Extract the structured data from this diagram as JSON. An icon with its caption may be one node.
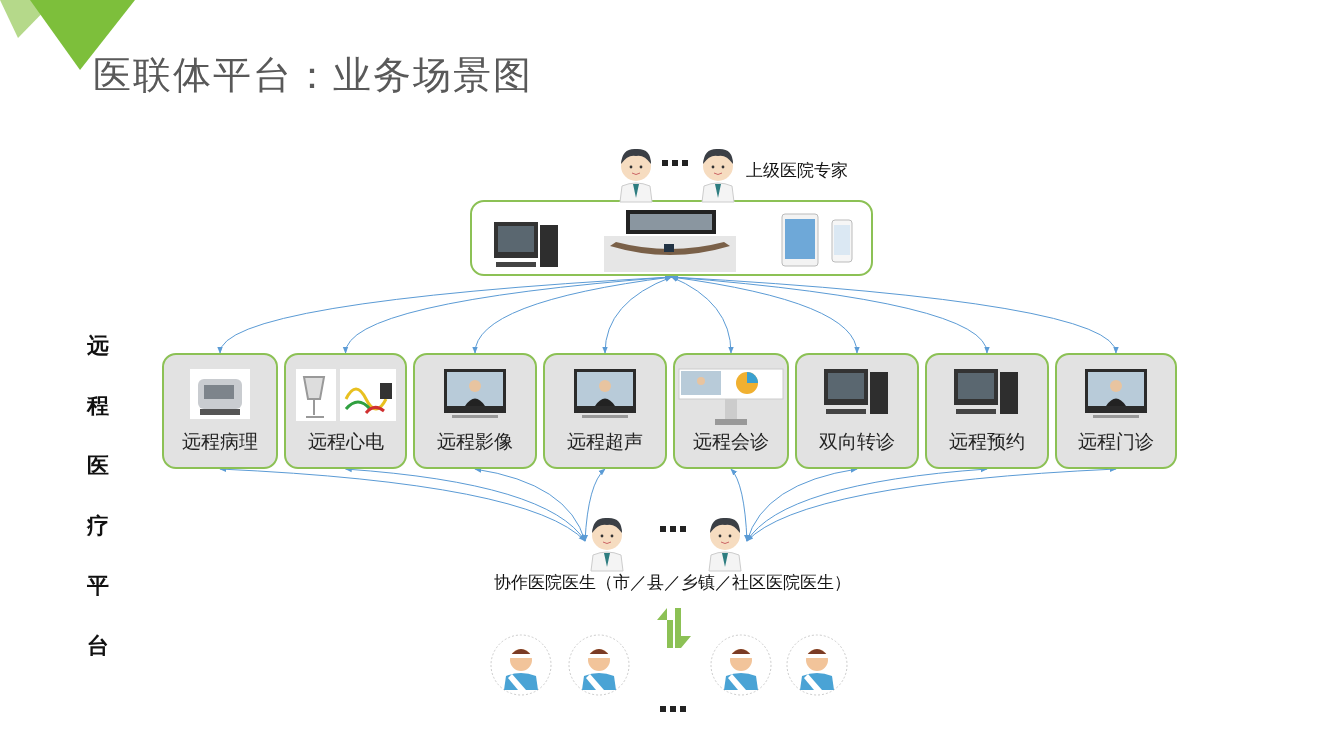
{
  "diagram": {
    "title": "医联体平台：业务场景图",
    "nodes": [
      {
        "text": [],
        "shape": "box"
      },
      {
        "text": [
          "远程病理"
        ]
      },
      {
        "text": [
          "远程心电"
        ]
      },
      {
        "text": [
          "远程影像"
        ]
      },
      {
        "text": [
          "远程超声"
        ]
      },
      {
        "text": [
          "远程会诊"
        ]
      },
      {
        "text": [
          "双向转诊"
        ]
      },
      {
        "text": [
          "远程预约"
        ]
      },
      {
        "text": [
          "远程门诊"
        ]
      },
      {
        "text": [],
        "shape": "person"
      },
      {
        "text": [],
        "shape": "person"
      }
    ],
    "edges": [
      {
        "from": 0,
        "to": 1,
        "arrow": "both"
      },
      {
        "from": 0,
        "to": 2,
        "arrow": "both"
      },
      {
        "from": 0,
        "to": 3,
        "arrow": "both"
      },
      {
        "from": 0,
        "to": 4,
        "arrow": "both"
      },
      {
        "from": 0,
        "to": 5,
        "arrow": "both"
      },
      {
        "from": 0,
        "to": 6,
        "arrow": "both"
      },
      {
        "from": 0,
        "to": 7,
        "arrow": "both"
      },
      {
        "from": 0,
        "to": 8,
        "arrow": "both"
      },
      {
        "from": 1,
        "to": 9,
        "arrow": "both"
      },
      {
        "from": 2,
        "to": 9,
        "arrow": "both"
      },
      {
        "from": 3,
        "to": 9,
        "arrow": "both"
      },
      {
        "from": 4,
        "to": 9,
        "arrow": "both"
      },
      {
        "from": 5,
        "to": 10,
        "arrow": "both"
      },
      {
        "from": 6,
        "to": 10,
        "arrow": "both"
      },
      {
        "from": 7,
        "to": 10,
        "arrow": "both"
      },
      {
        "from": 8,
        "to": 10,
        "arrow": "both"
      }
    ],
    "labels": [
      "上级医院专家",
      "远程医疗平台",
      "协作医院医生（市／县／乡镇／社区医院医生）"
    ]
  }
}
